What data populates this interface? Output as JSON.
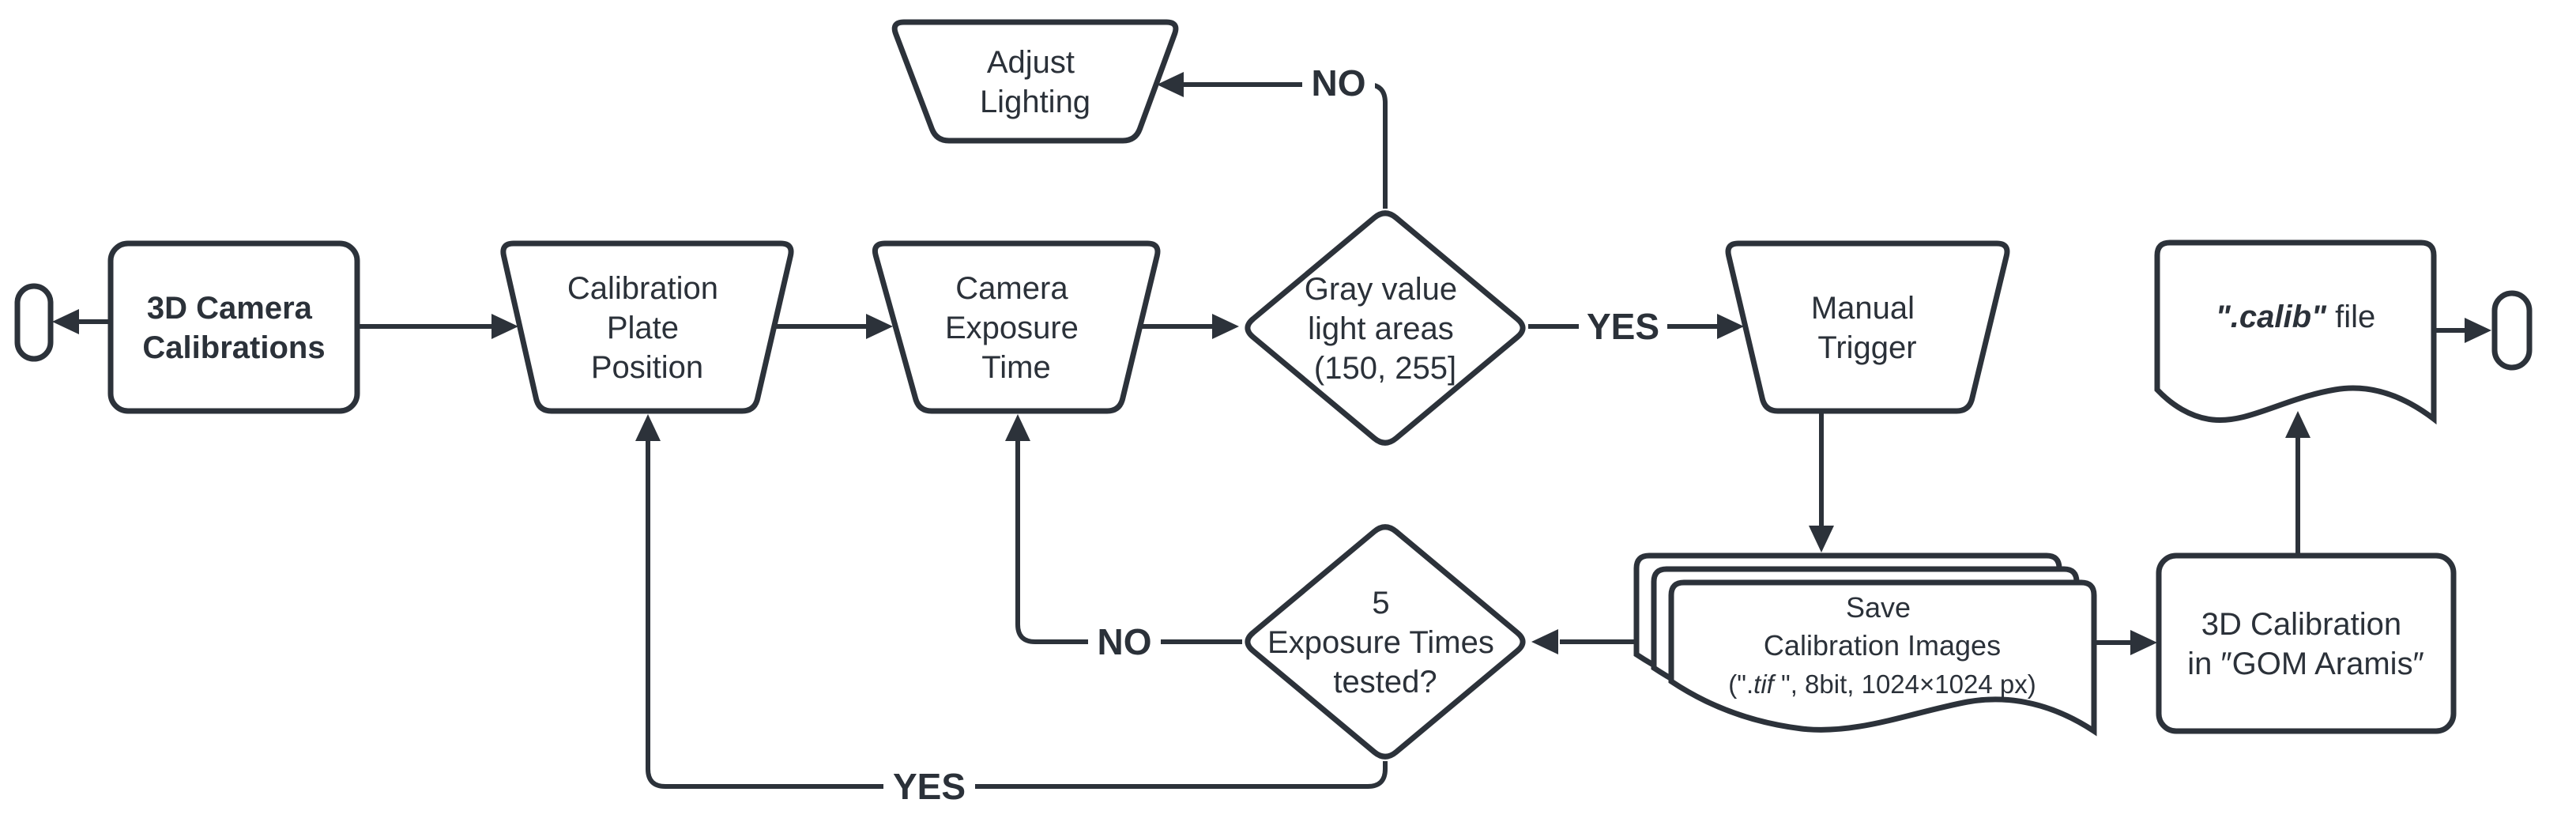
{
  "colors": {
    "stroke": "#2C323A",
    "fill": "#FFFFFF",
    "ink": "#2B3139",
    "background": "#FFFFFF"
  },
  "nodes": {
    "camera_calibrations": {
      "line1": "3D Camera",
      "line2": "Calibrations"
    },
    "calibration_plate": {
      "line1": "Calibration",
      "line2": "Plate",
      "line3": "Position"
    },
    "camera_exposure": {
      "line1": "Camera",
      "line2": "Exposure",
      "line3": "Time"
    },
    "gray_value_decision": {
      "line1": "Gray value",
      "line2": "light areas",
      "line3": "(150, 255]"
    },
    "adjust_lighting": {
      "line1": "Adjust",
      "line2": "Lighting"
    },
    "manual_trigger": {
      "line1": "Manual",
      "line2": "Trigger"
    },
    "save_images": {
      "line1": "Save",
      "line2": "Calibration Images",
      "detail_open": "(\".",
      "detail_ext": "tif ",
      "detail_rest": "\", 8bit, 1024×1024 px)"
    },
    "exposure_decision": {
      "line1": "5",
      "line2": "Exposure Times",
      "line3": "tested?"
    },
    "gom_calibration": {
      "line1": "3D Calibration",
      "line2": "in ″GOM Aramis″"
    },
    "calib_file": {
      "name": "\".calib\"",
      "suffix": " file"
    }
  },
  "edge_labels": {
    "lighting_no": "NO",
    "trigger_yes": "YES",
    "exposure_no": "NO",
    "exposure_yes": "YES"
  }
}
